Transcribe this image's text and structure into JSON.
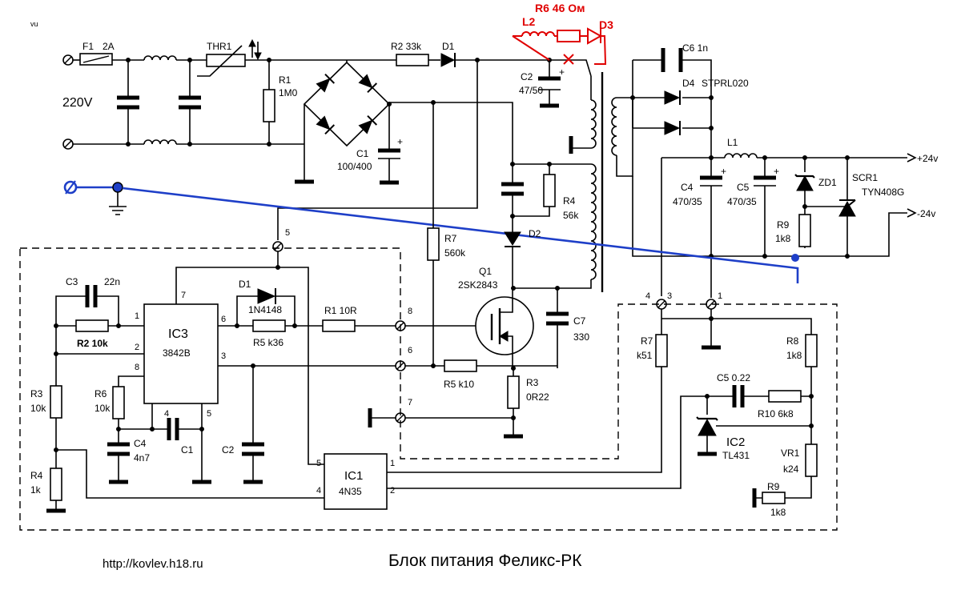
{
  "labels": {
    "corner": "vu",
    "F1": "F1",
    "F1v": "2A",
    "THR1": "THR1",
    "R1": "R1",
    "R1v": "1M0",
    "R2a": "R2 33k",
    "D1a": "D1",
    "C2a": "C2",
    "C2av": "47/50",
    "C1a": "C1",
    "C1av": "100/400",
    "v220": "220V",
    "L2": "L2",
    "R6red": "R6 46 Ом",
    "D3": "D3",
    "C6": "C6 1n",
    "D4": "D4",
    "STPRL": "STPRL020",
    "L1": "L1",
    "p24": "+24v",
    "m24": "-24v",
    "C4a": "C4",
    "C4av": "470/35",
    "C5a": "C5",
    "C5av": "470/35",
    "ZD1": "ZD1",
    "SCR1": "SCR1",
    "SCR1v": "TYN408G",
    "R9a": "R9",
    "R9av": "1k8",
    "R4a": "R4",
    "R4av": "56k",
    "D2": "D2",
    "R7a": "R7",
    "R7av": "560k",
    "Q1": "Q1",
    "Q1v": "2SK2843",
    "C7": "C7",
    "C7v": "330",
    "R3": "R3",
    "R3v": "0R22",
    "R5b": "R5  k10",
    "C3": "C3",
    "C3v": "22n",
    "R2b": "R2  10k",
    "IC3": "IC3",
    "IC3v": "3842B",
    "D1b": "D1",
    "D1bv": "1N4148",
    "R5a": "R5 k36",
    "R1b": "R1 10R",
    "R3b": "R3",
    "R3bv": "10k",
    "R6b": "R6",
    "R6bv": "10k",
    "C4b": "C4",
    "C4bv": "4n7",
    "C1b": "C1",
    "C2b": "C2",
    "R4b": "R4",
    "R4bv": "1k",
    "IC1": "IC1",
    "IC1v": "4N35",
    "R7b": "R7",
    "R7bv": "k51",
    "R8": "R8",
    "R8v": "1k8",
    "C5b": "C5   0.22",
    "R10": "R10   6k8",
    "IC2": "IC2",
    "IC2v": "TL431",
    "VR1": "VR1",
    "VR1v": "k24",
    "R9b": "R9",
    "R9bv": "1k8"
  },
  "pins": {
    "p1": "1",
    "p2": "2",
    "p3": "3",
    "p4": "4",
    "p5": "5",
    "p6": "6",
    "p7": "7",
    "p8": "8",
    "c5": "5",
    "c8": "8",
    "c6": "6",
    "c7": "7",
    "o1": "1",
    "o2": "2",
    "o4": "4",
    "o5": "5",
    "t4": "4",
    "t3": "3",
    "t1": "1"
  },
  "footer": {
    "url": "http://kovlev.h18.ru",
    "title": "Блок питания  Феликс-РК"
  }
}
